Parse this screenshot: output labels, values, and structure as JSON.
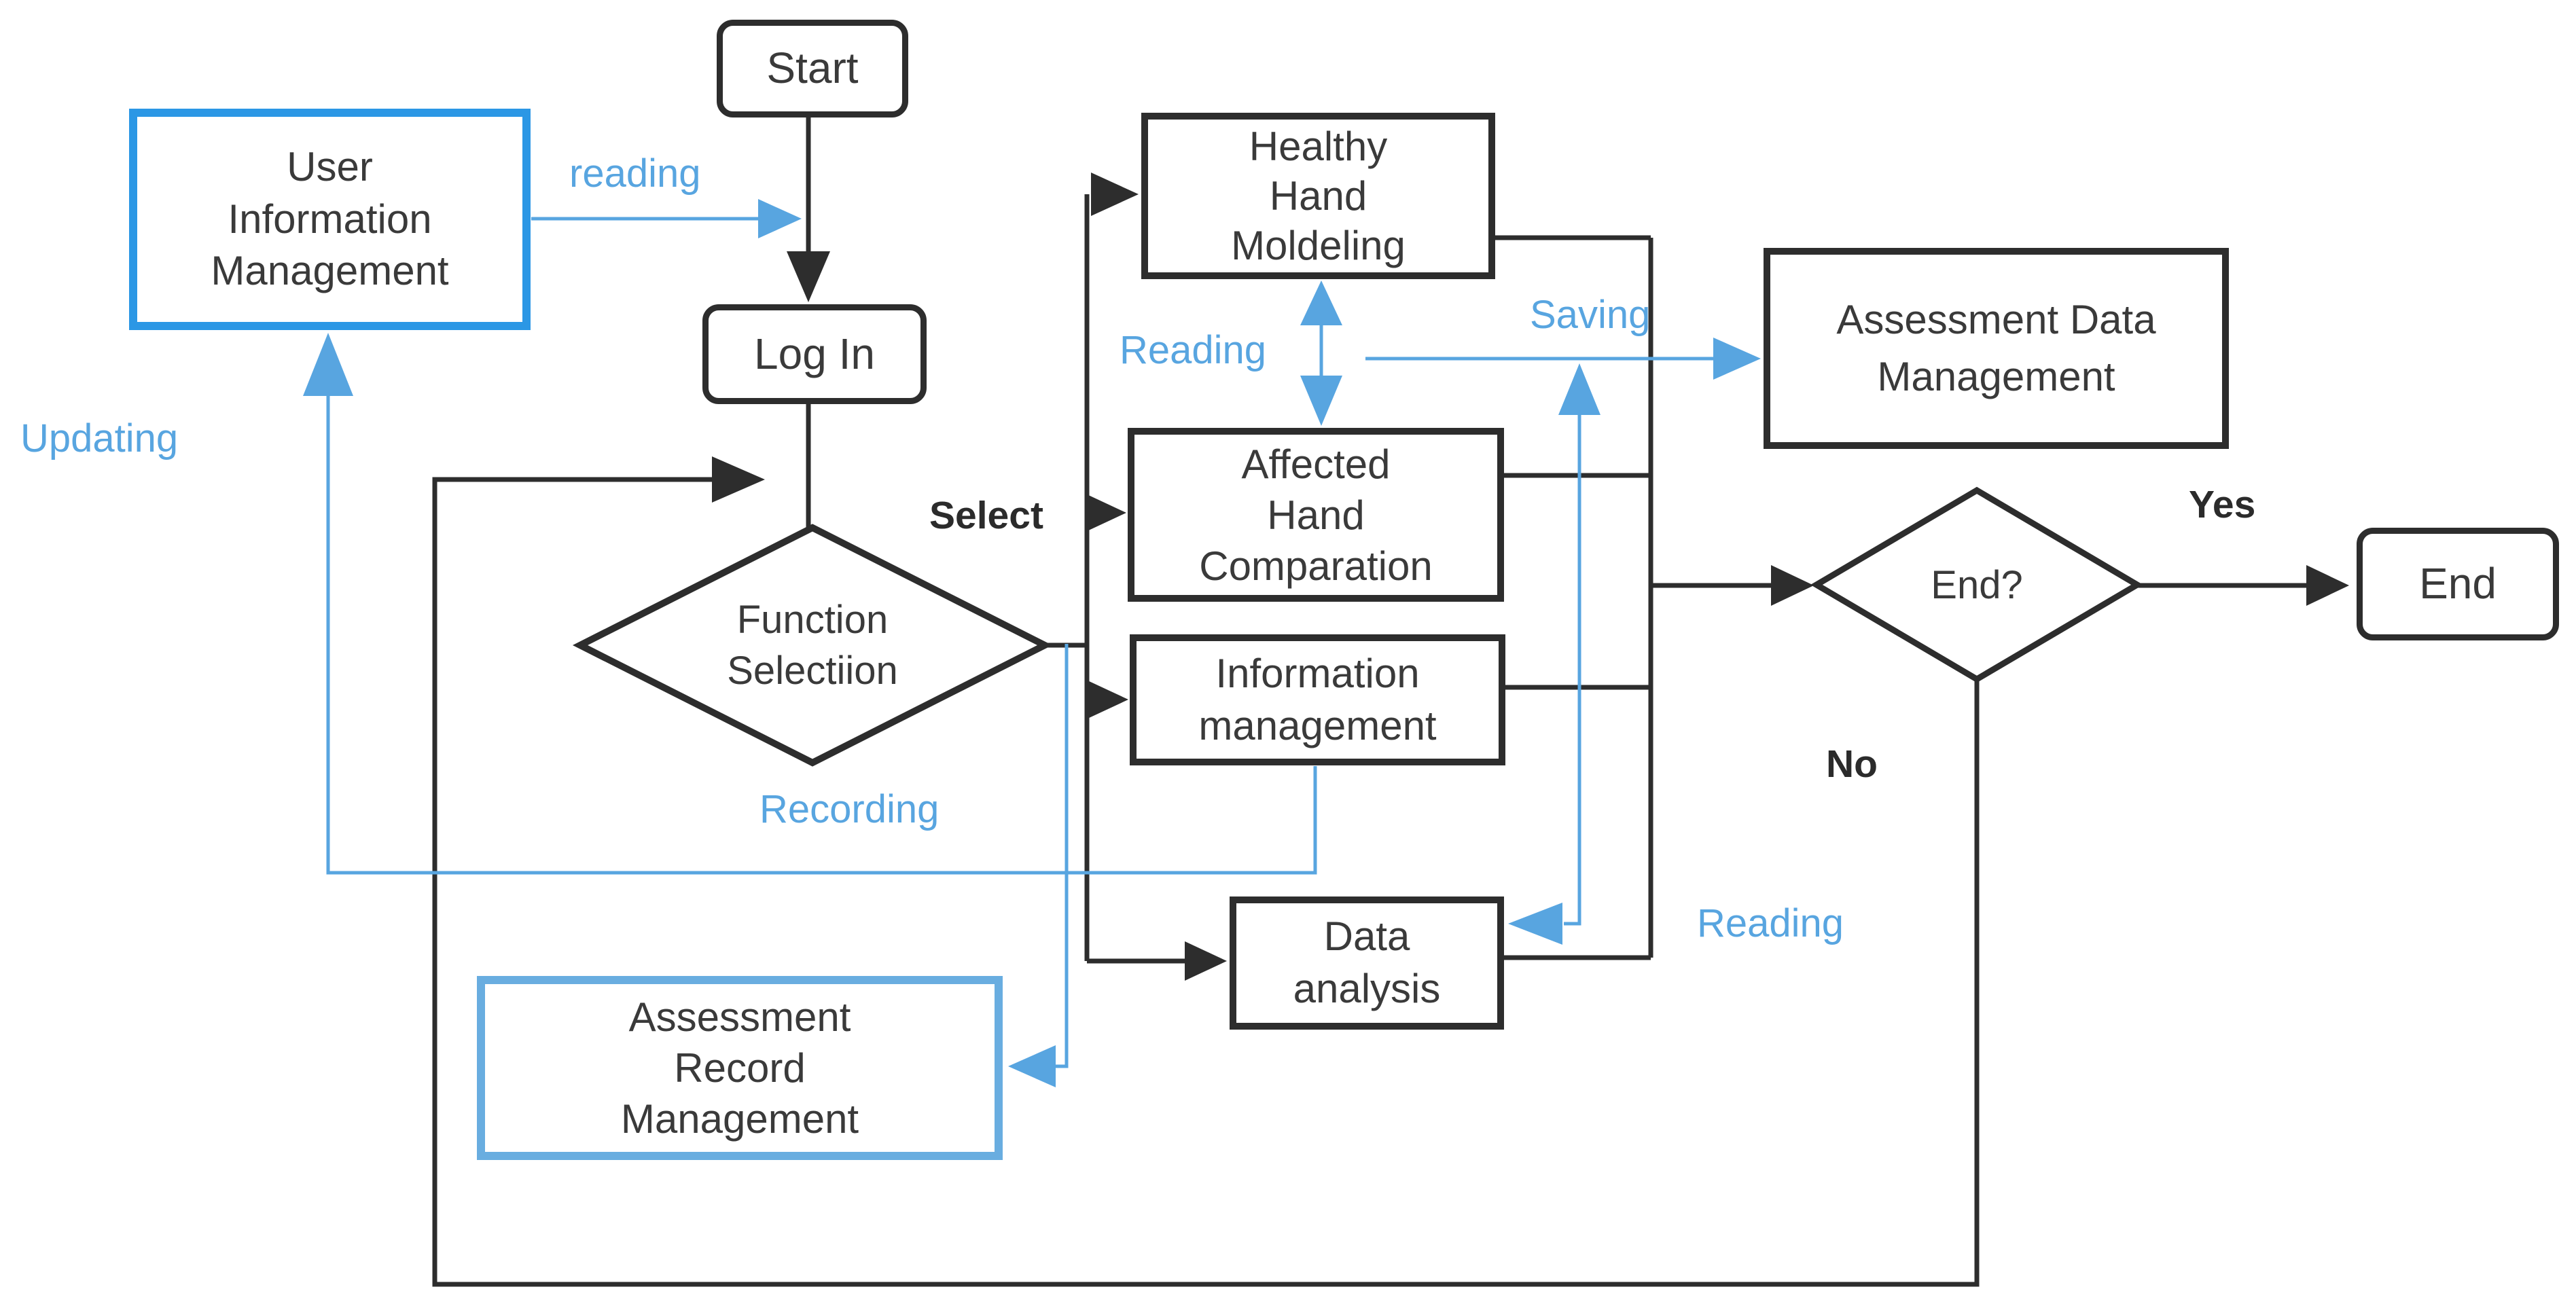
{
  "diagram_type": "flowchart",
  "colors": {
    "background": "#ffffff",
    "line_black": "#2d2d2d",
    "line_blue": "#58a5e0",
    "node_border_black": "#2d2d2d",
    "user_info_border_blue": "#2b97e5",
    "assessment_record_border_blue": "#69ade0",
    "label_blue": "#58a5e0",
    "text_dark": "#3a3a3a"
  },
  "nodes": {
    "start": {
      "label": "Start",
      "shape": "rounded"
    },
    "user_info": {
      "label": "User\nInformation\nManagement",
      "shape": "rect-blue"
    },
    "login": {
      "label": "Log In",
      "shape": "rounded"
    },
    "function_selection": {
      "label": "Function\nSelectiion",
      "shape": "diamond"
    },
    "healthy_hand": {
      "label": "Healthy\nHand\nMoldeling",
      "shape": "rect"
    },
    "affected_hand": {
      "label": "Affected\nHand\nComparation",
      "shape": "rect"
    },
    "information_management": {
      "label": "Information\nmanagement",
      "shape": "rect"
    },
    "data_analysis": {
      "label": "Data\nanalysis",
      "shape": "rect"
    },
    "assessment_data": {
      "label": "Assessment Data\nManagement",
      "shape": "rect"
    },
    "assessment_record": {
      "label": "Assessment\nRecord\nManagement",
      "shape": "rect-lightblue"
    },
    "end_decision": {
      "label": "End?",
      "shape": "diamond"
    },
    "end": {
      "label": "End",
      "shape": "rounded"
    }
  },
  "edge_labels": {
    "reading_login": "reading",
    "updating": "Updating",
    "recording": "Recording",
    "reading_hands": "Reading",
    "saving": "Saving",
    "reading_data": "Reading",
    "select": "Select",
    "yes": "Yes",
    "no": "No"
  }
}
